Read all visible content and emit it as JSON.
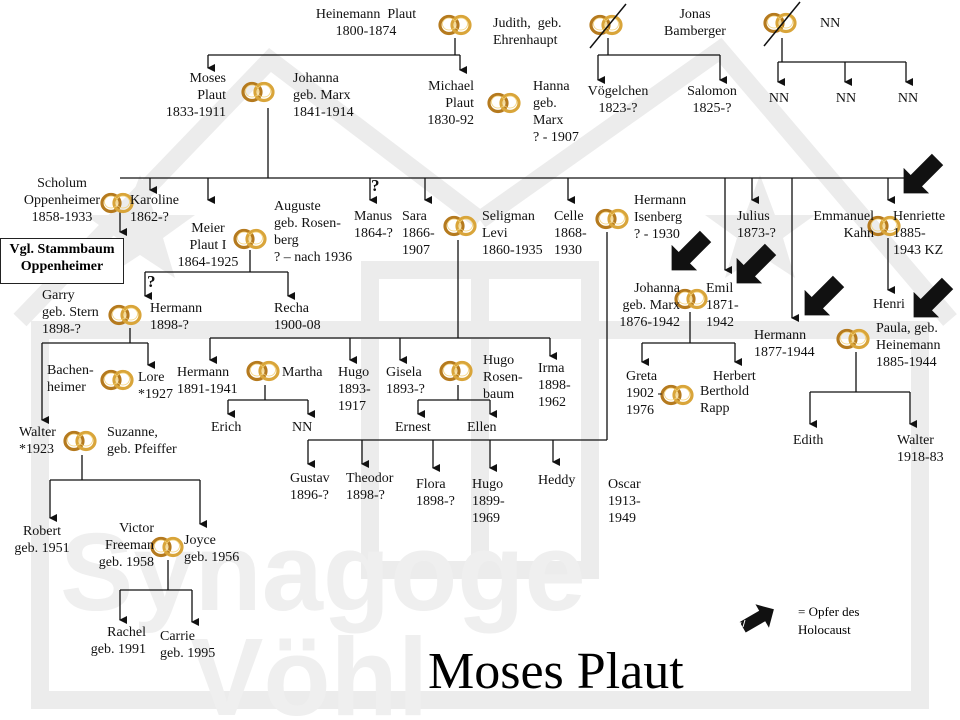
{
  "title": "Moses Plaut",
  "watermark": {
    "word1": "Synagoge",
    "word2": "Vöhl"
  },
  "legend": {
    "text": "= Opfer des\nHolocaust"
  },
  "see_also": "Vgl. Stammbaum\nOppenheimer",
  "question_mark": "?",
  "people": [
    {
      "id": "heinemann",
      "text": "Heinemann  Plaut\n1800-1874",
      "align": "ctr"
    },
    {
      "id": "judith",
      "text": "Judith,  geb.\nEhrenhaupt",
      "align": "left"
    },
    {
      "id": "jonas",
      "text": "Jonas\nBamberger",
      "align": "ctr"
    },
    {
      "id": "nn_top",
      "text": "NN",
      "align": "left"
    },
    {
      "id": "moses",
      "text": "Moses\nPlaut\n1833-1911",
      "align": "rgt"
    },
    {
      "id": "johanna_marx",
      "text": "Johanna\ngeb. Marx\n1841-1914",
      "align": "left"
    },
    {
      "id": "michael",
      "text": "Michael\nPlaut\n1830-92",
      "align": "rgt"
    },
    {
      "id": "hanna",
      "text": "Hanna\ngeb.\nMarx\n? - 1907",
      "align": "left"
    },
    {
      "id": "voegelchen",
      "text": "Vögelchen\n1823-?",
      "align": "ctr"
    },
    {
      "id": "salomon",
      "text": "Salomon\n1825-?",
      "align": "ctr"
    },
    {
      "id": "nn1",
      "text": "NN",
      "align": "ctr"
    },
    {
      "id": "nn2",
      "text": "NN",
      "align": "ctr"
    },
    {
      "id": "nn3",
      "text": "NN",
      "align": "ctr"
    },
    {
      "id": "scholum",
      "text": "Scholum\nOppenheimer\n1858-1933",
      "align": "ctr"
    },
    {
      "id": "karoline",
      "text": "Karoline\n1862-?",
      "align": "left"
    },
    {
      "id": "meier",
      "text": "Meier\nPlaut I\n1864-1925",
      "align": "ctr"
    },
    {
      "id": "auguste",
      "text": "Auguste\ngeb. Rosen-\nberg\n? – nach 1936",
      "align": "left"
    },
    {
      "id": "manus",
      "text": "Manus\n1864-?",
      "align": "left"
    },
    {
      "id": "sara",
      "text": "Sara\n1866-\n1907",
      "align": "left"
    },
    {
      "id": "seligman",
      "text": "Seligman\nLevi\n1860-1935",
      "align": "left"
    },
    {
      "id": "celle",
      "text": "Celle\n1868-\n1930",
      "align": "left"
    },
    {
      "id": "hermann_isenberg",
      "text": "Hermann\nIsenberg\n? - 1930",
      "align": "left"
    },
    {
      "id": "julius",
      "text": "Julius\n1873-?",
      "align": "left"
    },
    {
      "id": "emmanuel",
      "text": "Emmanuel\nKahn",
      "align": "rgt"
    },
    {
      "id": "henriette",
      "text": "Henriette\n1885-\n1943 KZ",
      "align": "left"
    },
    {
      "id": "garry",
      "text": "Garry\ngeb. Stern\n1898-?",
      "align": "left"
    },
    {
      "id": "hermann_1898",
      "text": "Hermann\n1898-?",
      "align": "left"
    },
    {
      "id": "recha",
      "text": "Recha\n1900-08",
      "align": "left"
    },
    {
      "id": "johanna_marx2",
      "text": "Johanna\ngeb. Marx\n1876-1942",
      "align": "rgt"
    },
    {
      "id": "emil",
      "text": "Emil\n1871-\n1942",
      "align": "left"
    },
    {
      "id": "henri",
      "text": "Henri",
      "align": "left"
    },
    {
      "id": "paula",
      "text": "Paula, geb.\nHeinemann\n1885-1944",
      "align": "left"
    },
    {
      "id": "hermann_1877",
      "text": "Hermann\n1877-1944",
      "align": "left"
    },
    {
      "id": "bachenheimer",
      "text": "Bachen-\nheimer",
      "align": "left"
    },
    {
      "id": "lore",
      "text": "Lore\n*1927",
      "align": "left"
    },
    {
      "id": "hermann_1891",
      "text": "Hermann\n1891-1941",
      "align": "left"
    },
    {
      "id": "martha",
      "text": "Martha",
      "align": "left"
    },
    {
      "id": "hugo_1893",
      "text": "Hugo\n1893-\n1917",
      "align": "left"
    },
    {
      "id": "gisela",
      "text": "Gisela\n1893-?",
      "align": "left"
    },
    {
      "id": "hugo_rosenbaum",
      "text": "Hugo\nRosen-\nbaum",
      "align": "left"
    },
    {
      "id": "irma",
      "text": "Irma\n1898-\n1962",
      "align": "left"
    },
    {
      "id": "greta",
      "text": "Greta\n1902 -\n1976",
      "align": "left"
    },
    {
      "id": "herbert",
      "text": "Herbert",
      "align": "left"
    },
    {
      "id": "berthold",
      "text": "Berthold\nRapp",
      "align": "left"
    },
    {
      "id": "erich",
      "text": "Erich",
      "align": "left"
    },
    {
      "id": "nn_erich",
      "text": "NN",
      "align": "left"
    },
    {
      "id": "ernest",
      "text": "Ernest",
      "align": "left"
    },
    {
      "id": "ellen",
      "text": "Ellen",
      "align": "left"
    },
    {
      "id": "edith",
      "text": "Edith",
      "align": "left"
    },
    {
      "id": "walter_1918",
      "text": "Walter\n1918-83",
      "align": "left"
    },
    {
      "id": "walter_1923",
      "text": "Walter\n*1923",
      "align": "left"
    },
    {
      "id": "suzanne",
      "text": "Suzanne,\ngeb. Pfeiffer",
      "align": "left"
    },
    {
      "id": "gustav",
      "text": "Gustav\n1896-?",
      "align": "left"
    },
    {
      "id": "theodor",
      "text": "Theodor\n1898-?",
      "align": "left"
    },
    {
      "id": "flora",
      "text": "Flora\n1898-?",
      "align": "left"
    },
    {
      "id": "hugo_1899",
      "text": "Hugo\n1899-\n1969",
      "align": "left"
    },
    {
      "id": "heddy",
      "text": "Heddy",
      "align": "left"
    },
    {
      "id": "oscar",
      "text": "Oscar\n1913-\n1949",
      "align": "left"
    },
    {
      "id": "robert",
      "text": "Robert\ngeb. 1951",
      "align": "ctr"
    },
    {
      "id": "victor",
      "text": "Victor\nFreeman\ngeb. 1958",
      "align": "rgt"
    },
    {
      "id": "joyce",
      "text": "Joyce\ngeb. 1956",
      "align": "left"
    },
    {
      "id": "rachel",
      "text": "Rachel\ngeb. 1991",
      "align": "rgt"
    },
    {
      "id": "carrie",
      "text": "Carrie\ngeb. 1995",
      "align": "left"
    }
  ]
}
